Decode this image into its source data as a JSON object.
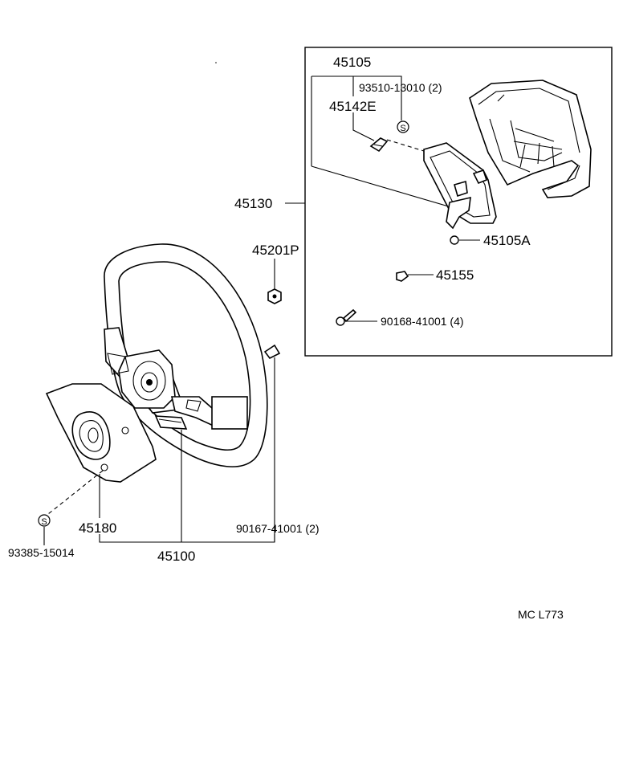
{
  "labels": {
    "p45105": "45105",
    "p93510": "93510-13010 (2)",
    "p45142E": "45142E",
    "p45130": "45130",
    "p45201P": "45201P",
    "p45105A": "45105A",
    "p45155": "45155",
    "p90168": "90168-41001 (4)",
    "p45180": "45180",
    "p93385": "93385-15014",
    "p45100": "45100",
    "p90167": "90167-41001 (2)",
    "code": "MC L773",
    "s_symbol": "S"
  }
}
